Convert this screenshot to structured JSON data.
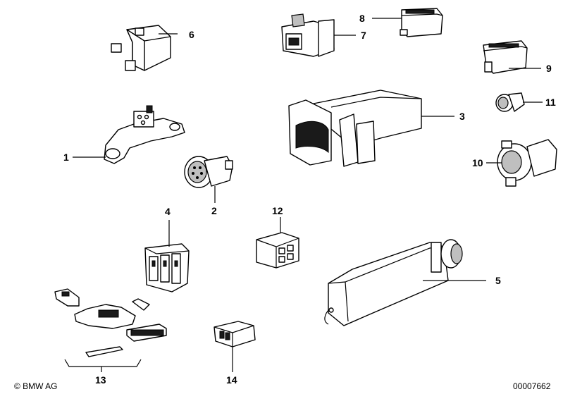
{
  "callouts": {
    "c1": "1",
    "c2": "2",
    "c3": "3",
    "c4": "4",
    "c5": "5",
    "c6": "6",
    "c7": "7",
    "c8": "8",
    "c9": "9",
    "c10": "10",
    "c11": "11",
    "c12": "12",
    "c13": "13",
    "c14": "14"
  },
  "footer": {
    "copyright": "© BMW AG",
    "diagram_number": "00007662"
  }
}
